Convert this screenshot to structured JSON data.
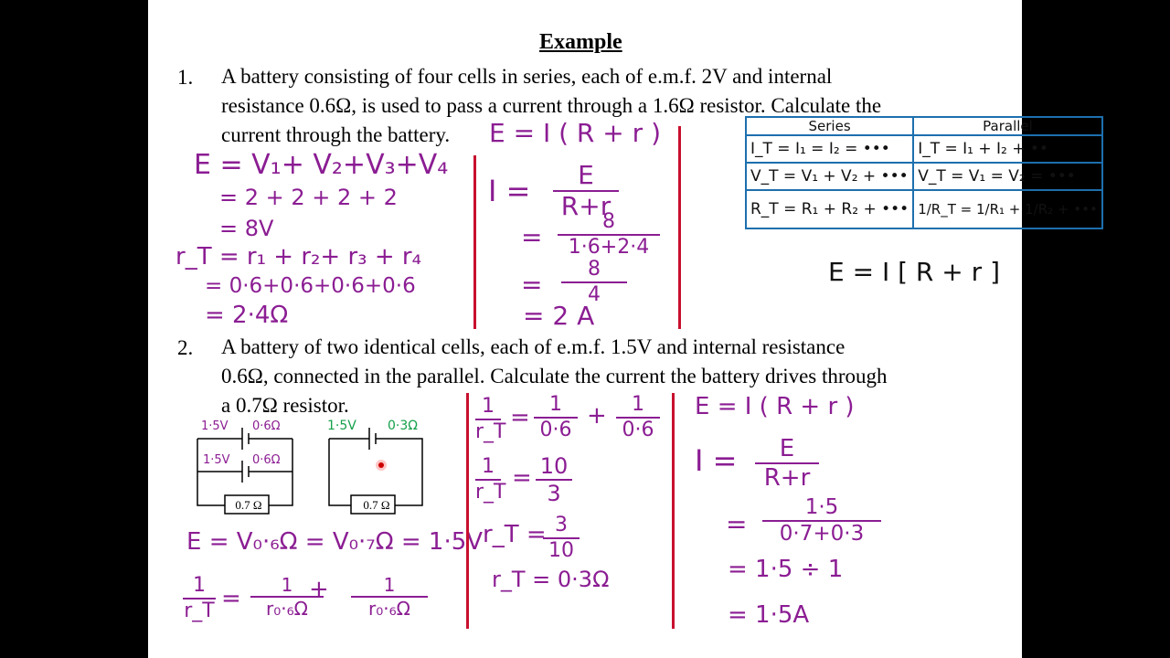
{
  "title": "Example",
  "question1": {
    "number": "1.",
    "line1": "A battery consisting of four cells in series, each of e.m.f. 2V and internal",
    "line2": "resistance 0.6Ω, is used to pass a current through a 1.6Ω resistor. Calculate the",
    "line3": "current through the battery."
  },
  "question2": {
    "number": "2.",
    "line1": "A battery of two identical cells, each of e.m.f. 1.5V and internal resistance",
    "line2": "0.6Ω, connected in the parallel. Calculate the current the battery drives through",
    "line3": "a 0.7Ω resistor."
  },
  "q1_work_left": [
    "E = V₁+ V₂+V₃+V₄",
    "= 2 + 2 + 2 + 2",
    "= 8V",
    "r_T = r₁ + r₂+ r₃ + r₄",
    "= 0·6+0·6+0·6+0·6",
    "= 2·4Ω"
  ],
  "q1_formula_top": "E = I ( R + r )",
  "q1_work_mid": {
    "i_eq": "I =",
    "f1_num": "E",
    "f1_den": "R+r",
    "f2_num": "8",
    "f2_den": "1·6+2·4",
    "f3_num": "8",
    "f3_den": "4",
    "eq": "=",
    "result": "= 2 A"
  },
  "table": {
    "headers": [
      "Series",
      "Parallel"
    ],
    "rows": [
      [
        "I_T = I₁ = I₂ = •••",
        "I_T = I₁ + I₂ + ••"
      ],
      [
        "V_T = V₁ + V₂ + •••",
        "V_T = V₁ = V₂ = •••"
      ],
      [
        "R_T = R₁ + R₂ + •••",
        "1/R_T = 1/R₁ + 1/R₂ + •••"
      ]
    ]
  },
  "formula_right": "E = I [ R + r ]",
  "circuit1": {
    "emf1": "1·5V",
    "r1": "0·6Ω",
    "emf2": "1·5V",
    "r2": "0·6Ω",
    "load": "0.7 Ω"
  },
  "circuit2": {
    "emf": "1·5V",
    "r": "0·3Ω",
    "load": "0.7 Ω"
  },
  "q2_work_left": {
    "line1": "E = V₀·₆Ω = V₀·₇Ω = 1·5V",
    "line2_lhs_num": "1",
    "line2_lhs_den": "r_T",
    "line2_f1_num": "1",
    "line2_f1_den": "r₀·₆Ω",
    "line2_f2_num": "1",
    "line2_f2_den": "r₀·₆Ω",
    "plus": "+"
  },
  "q2_work_mid": {
    "l1_lhs_num": "1",
    "l1_lhs_den": "r_T",
    "l1_f1_num": "1",
    "l1_f1_den": "0·6",
    "l1_f2_num": "1",
    "l1_f2_den": "0·6",
    "l2_lhs_num": "1",
    "l2_lhs_den": "r_T",
    "l2_num": "10",
    "l2_den": "3",
    "l3_lhs": "r_T =",
    "l3_num": "3",
    "l3_den": "10",
    "l4": "r_T = 0·3Ω"
  },
  "q2_work_right": {
    "formula": "E = I ( R + r )",
    "i_eq": "I =",
    "f1_num": "E",
    "f1_den": "R+r",
    "f2_num": "1·5",
    "f2_den": "0·7+0·3",
    "l3": "= 1·5 ÷ 1",
    "l4": "= 1·5A"
  },
  "colors": {
    "ink": "#8b1d93",
    "divider": "#c8102e",
    "table_border": "#1d6fae",
    "green": "#14a04a"
  }
}
